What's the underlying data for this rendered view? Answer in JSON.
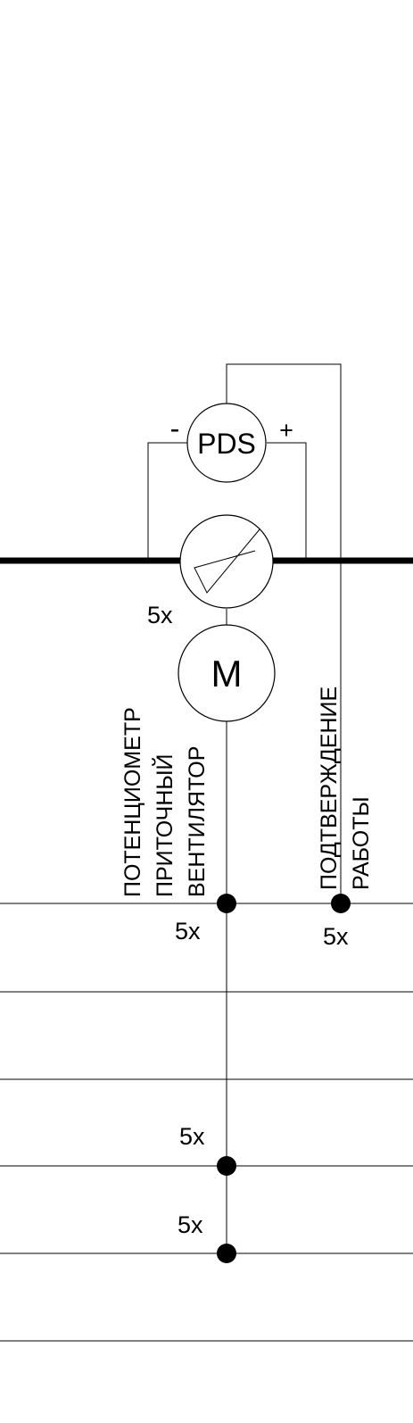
{
  "symbols": {
    "pds_label": "PDS",
    "minus": "-",
    "plus": "+",
    "motor_label": "M"
  },
  "labels": {
    "motor_multiplier": "5x",
    "junction_1_multiplier": "5x",
    "junction_2_multiplier": "5x",
    "junction_3_multiplier": "5x",
    "junction_4_multiplier": "5x"
  },
  "vertical_labels": {
    "potentiometer_line1": "ПОТЕНЦИОМЕТР",
    "potentiometer_line2": "ПРИТОЧНЫЙ",
    "potentiometer_line3": "ВЕНТИЛЯТОР",
    "confirmation_line1": "ПОДТВЕРЖДЕНИЕ",
    "confirmation_line2": "РАБОТЫ"
  }
}
